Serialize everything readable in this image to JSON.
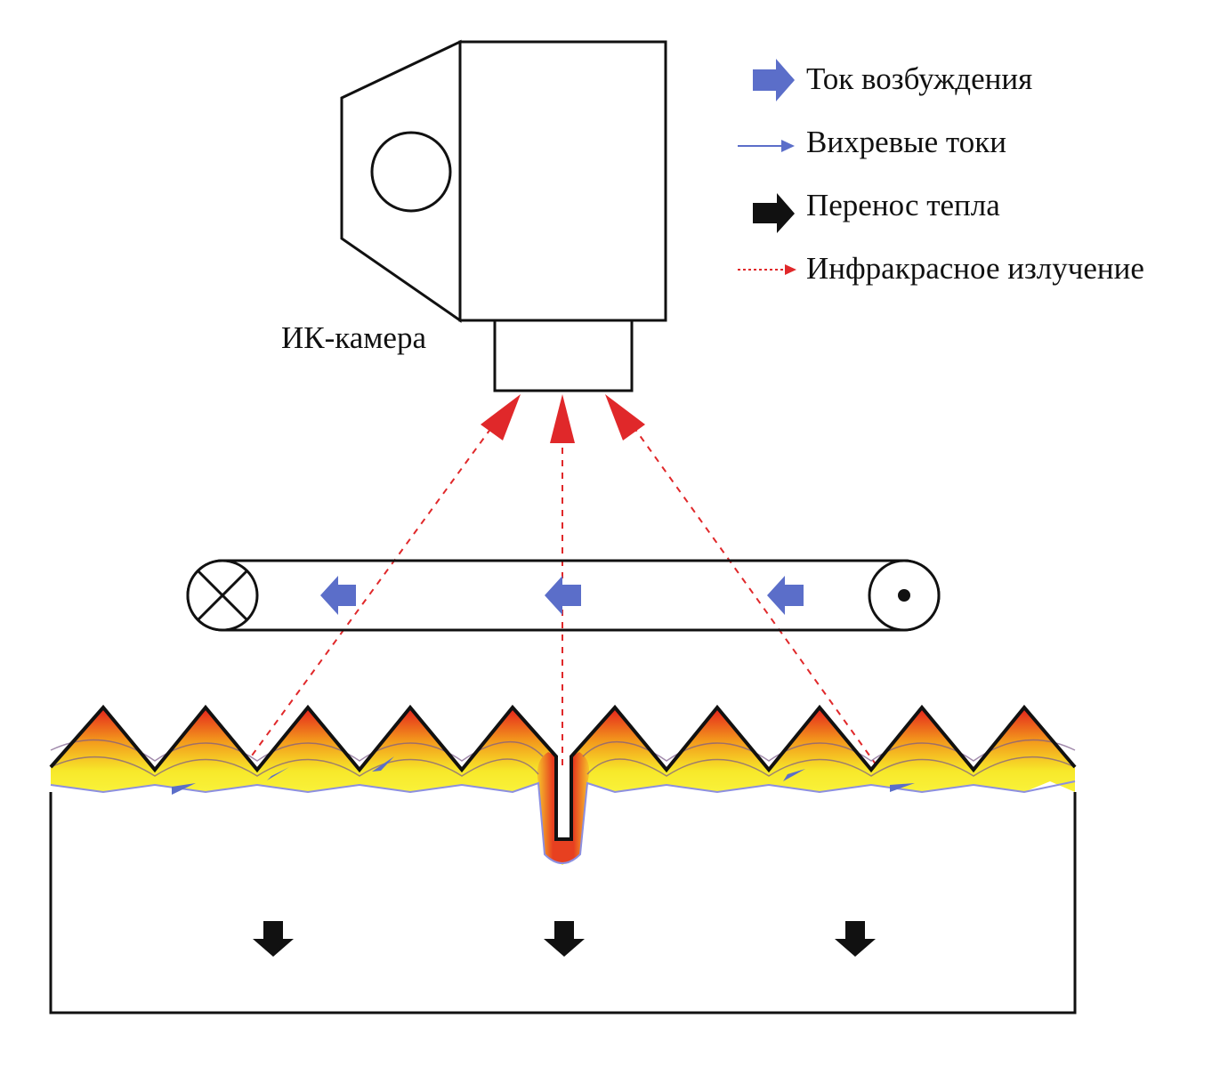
{
  "camera_label": "ИК-камера",
  "legend": [
    {
      "label": "Ток возбуждения",
      "icon": "thick-blue-arrow-icon",
      "color": "#5b6ec9"
    },
    {
      "label": "Вихревые токи",
      "icon": "thin-blue-arrow-icon",
      "color": "#5b6ec9"
    },
    {
      "label": "Перенос тепла",
      "icon": "black-arrow-icon",
      "color": "#111111"
    },
    {
      "label": "Инфракрасное излучение",
      "icon": "red-dotted-arrow-icon",
      "color": "#e0282a"
    }
  ],
  "colors": {
    "hot": "#e4201c",
    "warm": "#f39a1c",
    "cool": "#f7ee2a",
    "current": "#5b6ec9",
    "ir": "#e0282a"
  }
}
